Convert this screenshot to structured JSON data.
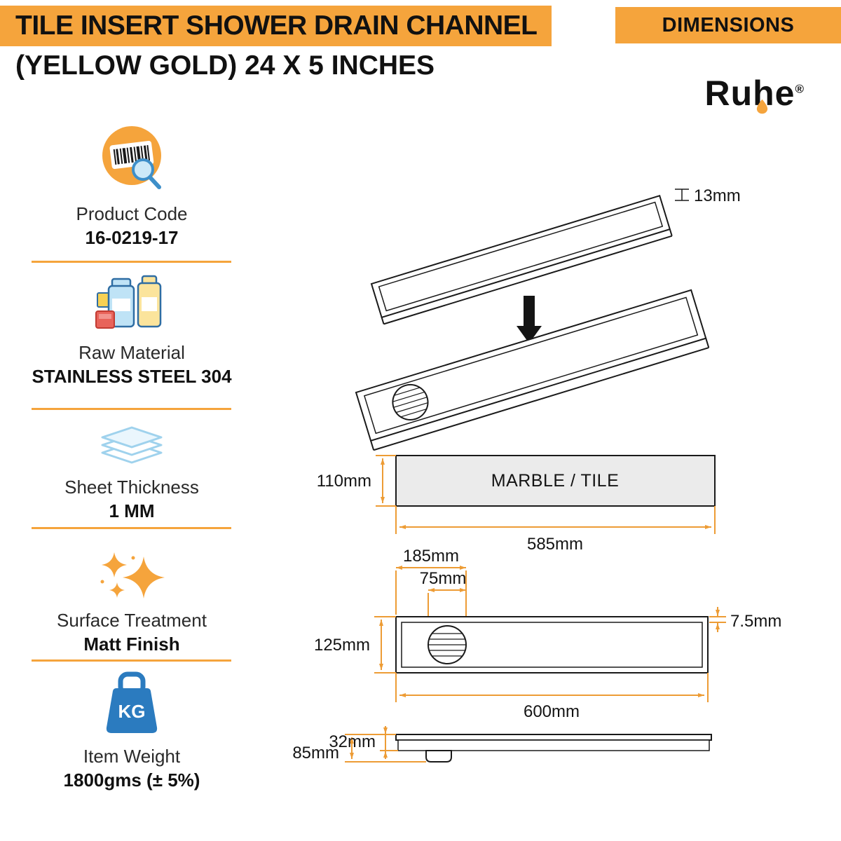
{
  "header": {
    "title_line1": "TILE INSERT SHOWER DRAIN CHANNEL",
    "title_line2": "(YELLOW GOLD) 24 X 5 INCHES",
    "dimensions_label": "DIMENSIONS",
    "brand": "Ruhe",
    "brand_reg": "®"
  },
  "specs": [
    {
      "icon": "barcode-search-icon",
      "label": "Product Code",
      "value": "16-0219-17"
    },
    {
      "icon": "material-jars-icon",
      "label": "Raw Material",
      "value": "STAINLESS STEEL 304"
    },
    {
      "icon": "sheet-layers-icon",
      "label": "Sheet Thickness",
      "value": "1 MM"
    },
    {
      "icon": "sparkles-icon",
      "label": "Surface Treatment",
      "value": "Matt Finish"
    },
    {
      "icon": "weight-kg-icon",
      "icon_text": "KG",
      "label": "Item Weight",
      "value": "1800gms (± 5%)"
    }
  ],
  "diagram": {
    "frame_thickness": "13mm",
    "marble": {
      "label": "MARBLE / TILE",
      "height": "110mm",
      "width": "585mm"
    },
    "top_view": {
      "drain_offset": "185mm",
      "drain_diameter": "75mm",
      "channel_width": "125mm",
      "lip_height": "7.5mm",
      "channel_length": "600mm"
    },
    "side_view": {
      "total_height": "85mm",
      "body_height": "32mm"
    }
  },
  "colors": {
    "accent_orange": "#F5A43C",
    "dimension_orange": "#ED9C35",
    "icon_blue": "#2B7BBF",
    "icon_light_blue": "#BFE3F6",
    "line_black": "#1A1A1A"
  }
}
